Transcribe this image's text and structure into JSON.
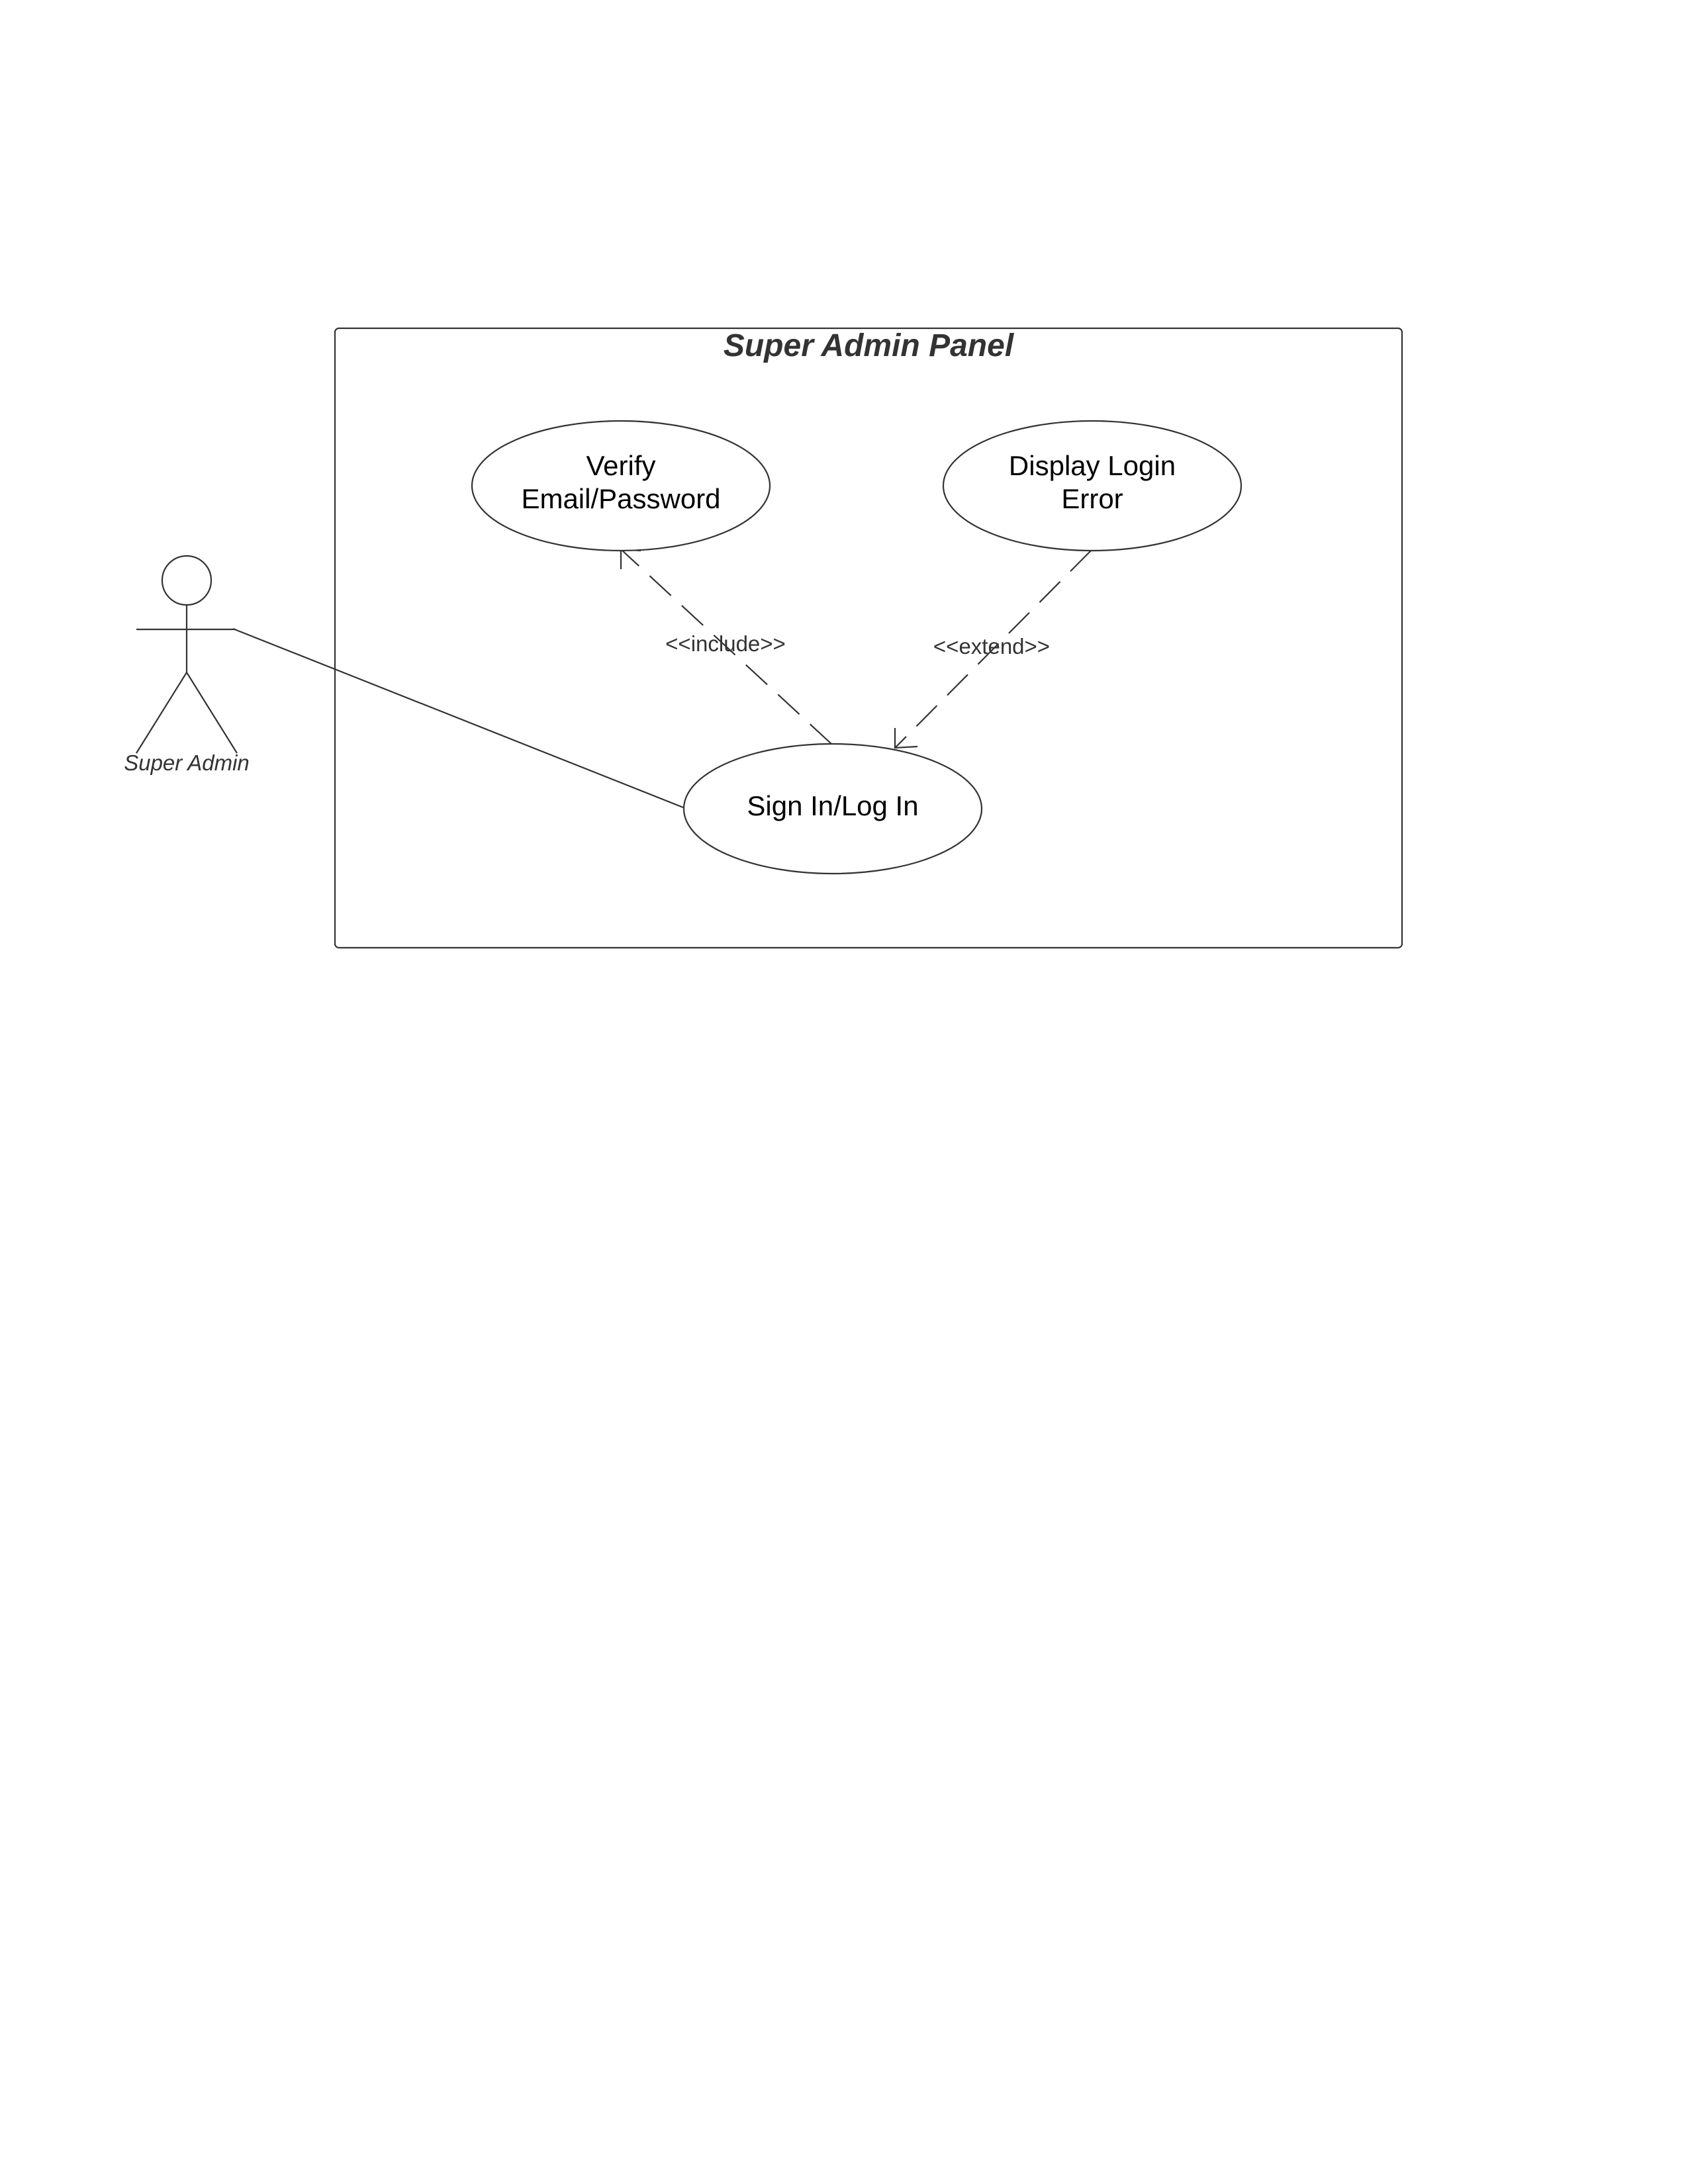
{
  "system_boundary": {
    "title": "Super Admin Panel"
  },
  "actor": {
    "label": "Super Admin"
  },
  "use_cases": {
    "verify": {
      "line1": "Verify",
      "line2": "Email/Password"
    },
    "display_error": {
      "line1": "Display Login",
      "line2": "Error"
    },
    "sign_in": {
      "label": "Sign In/Log In"
    }
  },
  "relationships": {
    "include_label": "<<include>>",
    "extend_label": "<<extend>>"
  },
  "colors": {
    "stroke": "#333333",
    "text": "#000000",
    "background": "#ffffff"
  }
}
